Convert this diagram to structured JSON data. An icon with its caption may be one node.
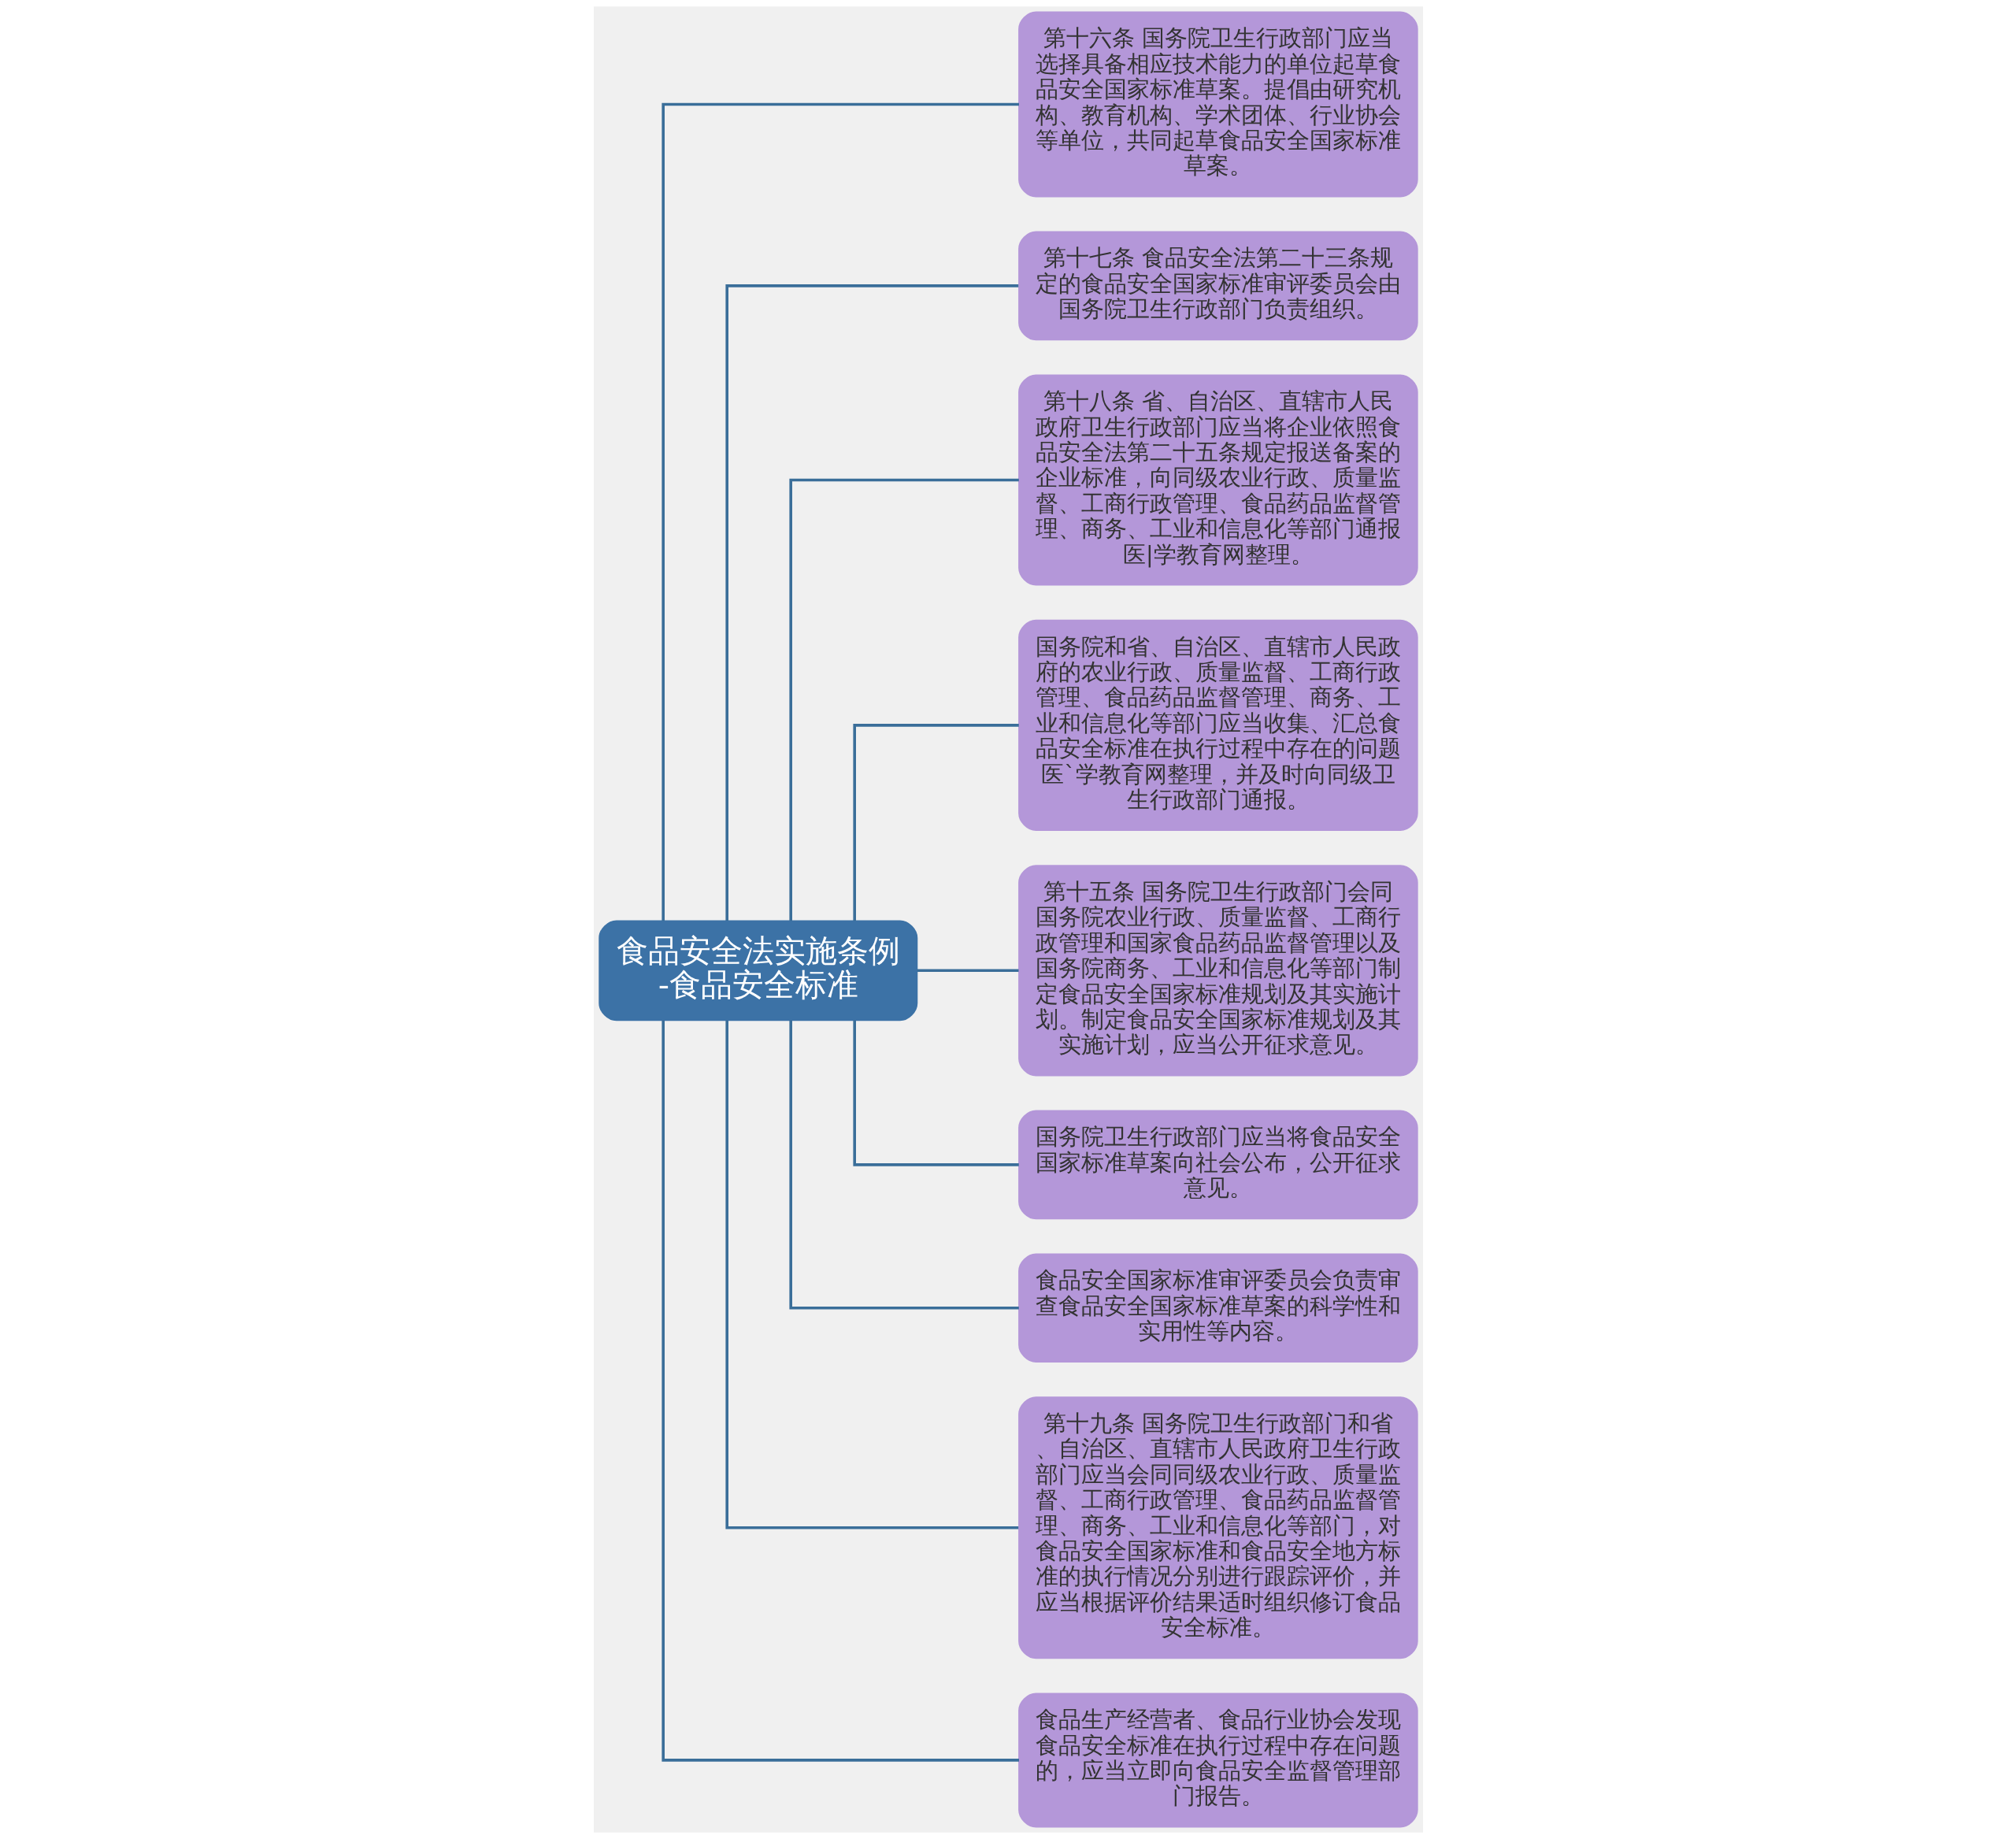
{
  "diagram": {
    "nodes": [
      {
        "text": [
          "食品安全法实施条例-食品安全标准"
        ]
      },
      {
        "text": [
          "第十六条 国务院卫生行政部门应当选择具备相应技术能力的单位起草食品安全国家标准草案。提倡由研究机构、教育机构、学术团体、行业协会等单位，共同起草食品安全国家标准草案。"
        ]
      },
      {
        "text": [
          "第十七条 食品安全法第二十三条规定的食品安全国家标准审评委员会由国务院卫生行政部门负责组织。"
        ]
      },
      {
        "text": [
          "第十八条 省、自治区、直辖市人民政府卫生行政部门应当将企业依照食品安全法第二十五条规定报送备案的企业标准，向同级农业行政、质量监督、工商行政管理、食品药品监督管理、商务、工业和信息化等部门通报医|学教育网整理。"
        ]
      },
      {
        "text": [
          "国务院和省、自治区、直辖市人民政府的农业行政、质量监督、工商行政管理、食品药品监督管理、商务、工业和信息化等部门应当收集、汇总食品安全标准在执行过程中存在的问题医`学教育网整理，并及时向同级卫生行政部门通报。"
        ]
      },
      {
        "text": [
          "第十五条 国务院卫生行政部门会同国务院农业行政、质量监督、工商行政管理和国家食品药品监督管理以及国务院商务、工业和信息化等部门制定食品安全国家标准规划及其实施计划。制定食品安全国家标准规划及其实施计划，应当公开征求意见。"
        ]
      },
      {
        "text": [
          "国务院卫生行政部门应当将食品安全国家标准草案向社会公布，公开征求意见。"
        ]
      },
      {
        "text": [
          "食品安全国家标准审评委员会负责审查食品安全国家标准草案的科学性和实用性等内容。"
        ]
      },
      {
        "text": [
          "第十九条 国务院卫生行政部门和省、自治区、直辖市人民政府卫生行政部门应当会同同级农业行政、质量监督、工商行政管理、食品药品监督管理、商务、工业和信息化等部门，对食品安全国家标准和食品安全地方标准的执行情况分别进行跟踪评价，并应当根据评价结果适时组织修订食品安全标准。"
        ]
      },
      {
        "text": [
          "食品生产经营者、食品行业协会发现食品安全标准在执行过程中存在问题的，应当立即向食品安全监督管理部门报告。"
        ]
      }
    ],
    "edges": [
      {
        "from": 0,
        "to": 1,
        "arrow": "none"
      },
      {
        "from": 0,
        "to": 2,
        "arrow": "none"
      },
      {
        "from": 0,
        "to": 3,
        "arrow": "none"
      },
      {
        "from": 0,
        "to": 4,
        "arrow": "none"
      },
      {
        "from": 0,
        "to": 5,
        "arrow": "none"
      },
      {
        "from": 0,
        "to": 6,
        "arrow": "none"
      },
      {
        "from": 0,
        "to": 7,
        "arrow": "none"
      },
      {
        "from": 0,
        "to": 8,
        "arrow": "none"
      },
      {
        "from": 0,
        "to": 9,
        "arrow": "none"
      }
    ]
  }
}
